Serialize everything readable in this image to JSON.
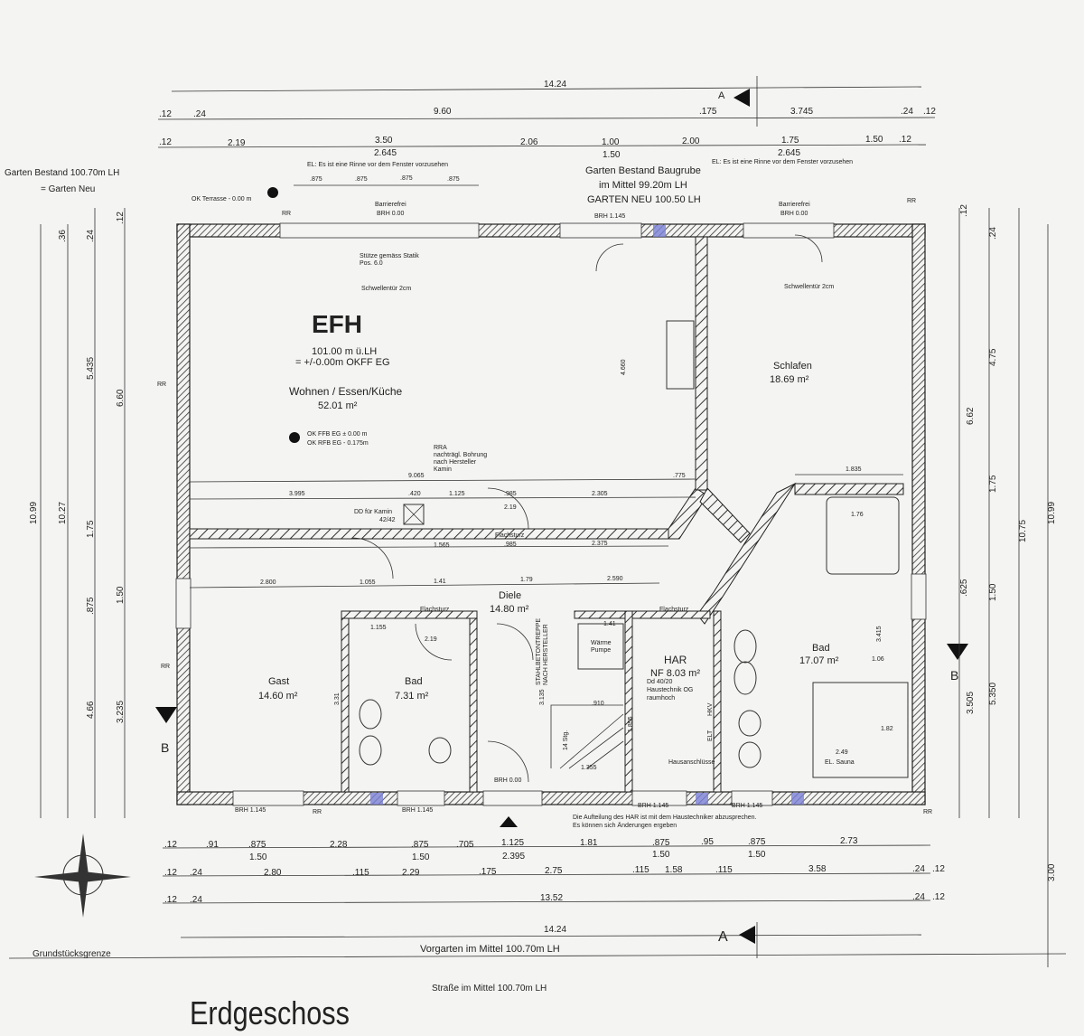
{
  "title": "Erdgeschoss",
  "project": {
    "name": "EFH",
    "level": "101.00 m ü.LH",
    "okff": "= +/-0.00m OKFF EG",
    "ok_ffb": "OK FFB EG ± 0.00 m",
    "ok_rfb": "OK RFB EG - 0.175m",
    "ok_terrasse": "OK Terrasse - 0.00 m"
  },
  "site": {
    "garten_bestand_1": "Garten Bestand  100.70m LH",
    "garten_bestand_2": "= Garten Neu",
    "baugrube_1": "Garten Bestand Baugrube",
    "baugrube_2": "im Mittel 99.20m LH",
    "baugrube_3": "GARTEN NEU 100.50 LH",
    "vorgarten": "Vorgarten im Mittel 100.70m LH",
    "strasse": "Straße im Mittel 100.70m LH",
    "grenze": "Grundstücksgrenze"
  },
  "notes": {
    "rinne": "EL: Es ist eine Rinne vor dem Fenster vorzusehen",
    "har_1": "Die Aufteilung des HAR ist mit dem Haustechniker abzusprechen.",
    "har_2": "Es können sich Änderungen ergeben",
    "rra": [
      "RRA",
      "nachträgl. Bohrung",
      "nach Hersteller",
      "Kamin"
    ],
    "kamin": [
      "DD für Kamin",
      "42/42"
    ],
    "barrierefrei": "Barrierefrei",
    "brh000": "BRH 0.00",
    "brh1145": "BRH 1.145",
    "schwellentuer": "Schwellentür 2cm",
    "flachsturz": "Flachsturz",
    "rr": "RR",
    "stuetze": [
      "Stütze gemäss Statik",
      "Pos. 6.0"
    ],
    "treppe": [
      "STAHLBETONTREPPE",
      "NACH HERSTELLER"
    ],
    "hausanschluesse": "Hausanschlüsse",
    "waermepumpe": [
      "Wärme",
      "Pumpe"
    ],
    "har_info": [
      "Dd 40/20",
      "Haustechnik OG",
      "raumhoch"
    ],
    "stg": "14 Stg.",
    "sauna": "EL. Sauna",
    "hkv": "HKV",
    "elt": "ELT"
  },
  "rooms": [
    {
      "name": "Wohnen / Essen/Küche",
      "area": "52.01 m²"
    },
    {
      "name": "Schlafen",
      "area": "18.69 m²"
    },
    {
      "name": "Diele",
      "area": "14.80 m²"
    },
    {
      "name": "Gast",
      "area": "14.60 m²"
    },
    {
      "name": "Bad",
      "area": "7.31 m²"
    },
    {
      "name": "HAR",
      "area": "NF 8.03 m²"
    },
    {
      "name": "Bad",
      "area": "17.07 m²"
    }
  ],
  "sections": {
    "a": "A",
    "b": "B"
  },
  "dims_top": {
    "overall": "14.24",
    "row2": [
      ".12",
      ".24",
      "9.60",
      ".175",
      "3.745",
      ".24",
      ".12"
    ],
    "row3": [
      ".12",
      "2.19",
      "3.50",
      "2.06",
      "1.00",
      "2.00",
      "1.75",
      "1.50",
      ".12"
    ],
    "row3_sub": [
      "2.645",
      "1.50",
      "2.645"
    ],
    "windows": [
      ".875",
      ".875",
      ".875",
      ".875"
    ]
  },
  "dims_bottom": {
    "row1": [
      ".12",
      ".91",
      ".875",
      "2.28",
      ".875",
      ".705",
      "1.125",
      "1.81",
      ".875",
      ".95",
      ".875",
      "2.73"
    ],
    "row1_sub": [
      "1.50",
      "1.50",
      "2.395",
      "1.50",
      "1.50"
    ],
    "row2": [
      ".12",
      ".24",
      "2.80",
      ".115",
      "2.29",
      ".175",
      "2.75",
      ".115",
      "1.58",
      ".115",
      "3.58",
      ".24",
      ".12"
    ],
    "row3": [
      ".12",
      ".24",
      "13.52",
      ".24",
      ".12"
    ],
    "overall": "14.24",
    "side": "3.00"
  },
  "dims_left": [
    "10.99",
    "10.27",
    "5.435",
    "6.60",
    "1.75",
    "4.66",
    "3.235",
    ".875",
    "1.50",
    ".36",
    ".24",
    ".12"
  ],
  "dims_right": [
    "10.99",
    "10.75",
    "6.62",
    "4.75",
    "1.75",
    ".625",
    "1.50",
    "5.350",
    "3.505",
    ".12",
    ".24"
  ],
  "dims_inner": [
    "9.065",
    "3.995",
    ".420",
    "1.125",
    ".985",
    "2.19",
    "2.305",
    ".775",
    "1.565",
    ".985",
    "2.375",
    "2.800",
    "1.055",
    "1.41",
    "1.79",
    "2.590",
    "1.835",
    "1.76",
    "1.06",
    "2.49",
    "1.82",
    "1.41",
    "2.19",
    "1.355",
    "1.855",
    ".910",
    "3.135",
    "4.660",
    "3.31",
    "1.155",
    "3.415"
  ]
}
